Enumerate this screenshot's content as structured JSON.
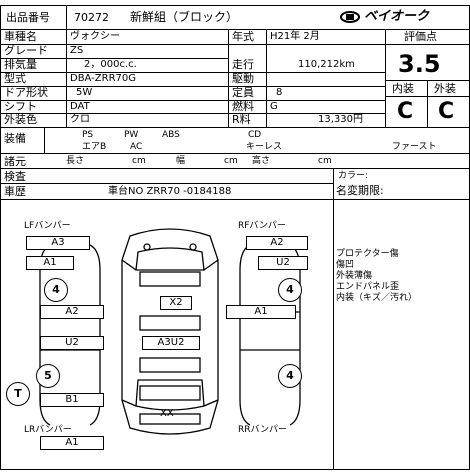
{
  "header": {
    "lot_label": "出品番号",
    "lot_number": "70272",
    "title": "新鮮組（ブロック）",
    "brand": "ベイオーク"
  },
  "specs": {
    "model_label": "車種名",
    "model_value": "ヴォクシー",
    "grade_label": "グレード",
    "grade_value": "ZS",
    "displacement_label": "排気量",
    "displacement_value": "2，000c.c.",
    "type_label": "型式",
    "type_value": "DBA-ZRR70G",
    "doors_label": "ドア形状",
    "doors_value": "5W",
    "shift_label": "シフト",
    "shift_value": "DAT",
    "color_label": "外装色",
    "color_value": "クロ",
    "year_label": "年式",
    "year_value": "H21年 2月",
    "mileage_label": "走行",
    "mileage_value": "110,212km",
    "drive_label": "駆動",
    "capacity_label": "定員",
    "capacity_value": "8",
    "fuel_label": "燃料",
    "fuel_value": "G",
    "r_label": "R料",
    "r_value": "13,330円"
  },
  "evaluation": {
    "label": "評価点",
    "grade": "3.5",
    "interior_label": "内装",
    "exterior_label": "外装",
    "interior_grade": "C",
    "exterior_grade": "C"
  },
  "equipment": {
    "label": "装備",
    "row1": [
      "PS",
      "PW",
      "ABS",
      "CD"
    ],
    "row2": [
      "エアB",
      "AC",
      "キーレス",
      "ファースト"
    ]
  },
  "dimensions": {
    "label": "諸元",
    "length_label": "長さ",
    "width_label": "幅",
    "height_label": "高さ",
    "unit": "cm"
  },
  "inspection_label": "検査",
  "history": {
    "label": "車歴",
    "chassis_text": "車台NO ZRR70 -0184188",
    "color_label": "カラー:",
    "name_change_label": "名変期限:"
  },
  "diagram": {
    "lf_bumper": "LFバンパー",
    "rf_bumper": "RFバンパー",
    "lr_bumper": "LRバンパー",
    "rr_bumper": "RRバンパー",
    "marks": {
      "lf_bumper": "A3",
      "rf_bumper": "A2",
      "left_front_fender": "A1",
      "right_front_fender": "U2",
      "left_front_wheel": "4",
      "right_front_wheel": "4",
      "left_front_door": "A2",
      "right_front_door": "A1",
      "left_rear_door": "U2",
      "center": "A3U2",
      "roof": "X2",
      "left_rear_wheel": "5",
      "right_rear_wheel": "4",
      "left_rear_corner": "T",
      "left_quarter": "B1",
      "rear": "XX",
      "lr_bumper": "A1"
    }
  },
  "notes": {
    "line1": "プロテクター傷",
    "line2": "傷凹",
    "line3": "外装薄傷",
    "line4": "エンドパネル歪",
    "line5": "内装（キズ／汚れ）"
  }
}
